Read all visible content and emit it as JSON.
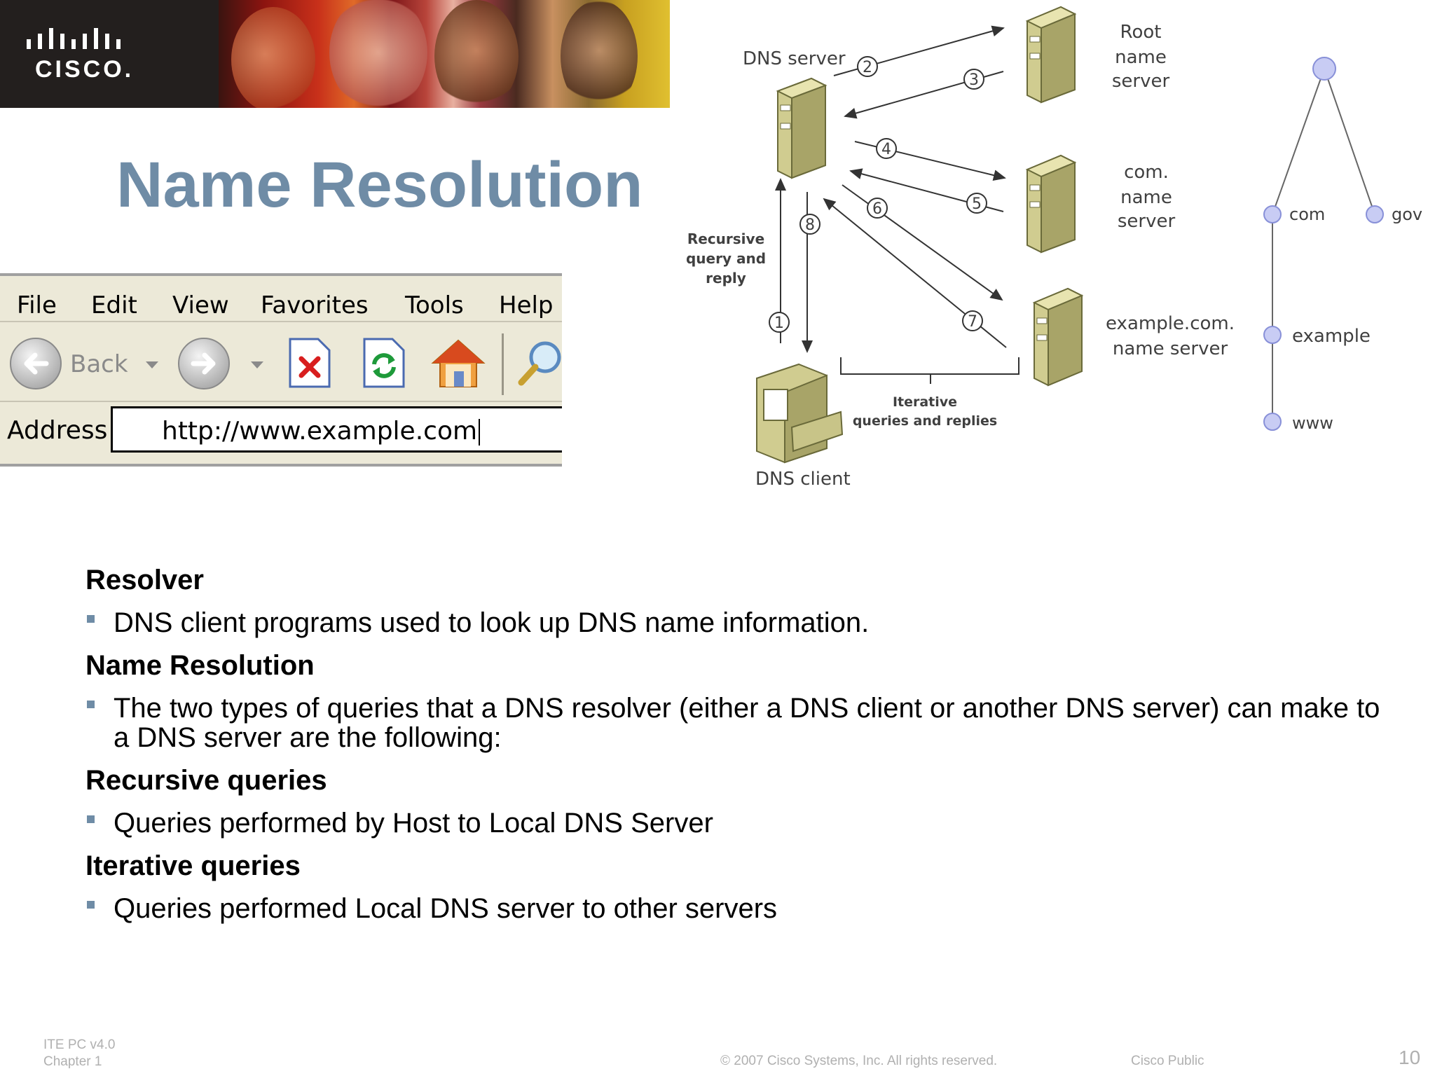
{
  "brand": {
    "logo_text": "CISCO."
  },
  "slide_title": "Name Resolution",
  "browser": {
    "menu": [
      "File",
      "Edit",
      "View",
      "Favorites",
      "Tools",
      "Help"
    ],
    "back_label": "Back",
    "address_label": "Address",
    "address_value": "http://www.example.com",
    "icons": [
      "back-arrow-icon",
      "forward-arrow-icon",
      "stop-icon",
      "refresh-icon",
      "home-icon",
      "search-icon"
    ]
  },
  "diagram": {
    "dns_server": "DNS server",
    "dns_client": "DNS client",
    "root_server": [
      "Root",
      "name",
      "server"
    ],
    "com_server": [
      "com.",
      "name",
      "server"
    ],
    "example_server": [
      "example.com.",
      "name server"
    ],
    "recursive_label": [
      "Recursive",
      "query and",
      "reply"
    ],
    "iterative_label": [
      "Iterative",
      "queries and replies"
    ],
    "steps": [
      "1",
      "2",
      "3",
      "4",
      "5",
      "6",
      "7",
      "8"
    ],
    "tree": {
      "com": "com",
      "gov": "gov",
      "example": "example",
      "www": "www"
    }
  },
  "sections": [
    {
      "heading": "Resolver",
      "bullets": [
        "DNS client programs used to look up DNS name information."
      ]
    },
    {
      "heading": "Name Resolution",
      "bullets": [
        "The two types of queries that a DNS resolver (either a DNS client or another DNS server) can make to a DNS server are the following:"
      ]
    },
    {
      "heading": "Recursive queries",
      "bullets": [
        "Queries performed by Host to Local DNS Server"
      ]
    },
    {
      "heading": "Iterative queries",
      "bullets": [
        "Queries performed Local DNS server to other servers"
      ]
    }
  ],
  "footer": {
    "course": "ITE PC v4.0",
    "chapter": "Chapter 1",
    "copyright": "© 2007 Cisco Systems, Inc. All rights reserved.",
    "classification": "Cisco Public",
    "page_number": "10"
  },
  "colors": {
    "title": "#6f8ca6",
    "bullet": "#6f8ca6",
    "footer": "#b0b0b0",
    "browser_bg": "#ece9d8"
  }
}
